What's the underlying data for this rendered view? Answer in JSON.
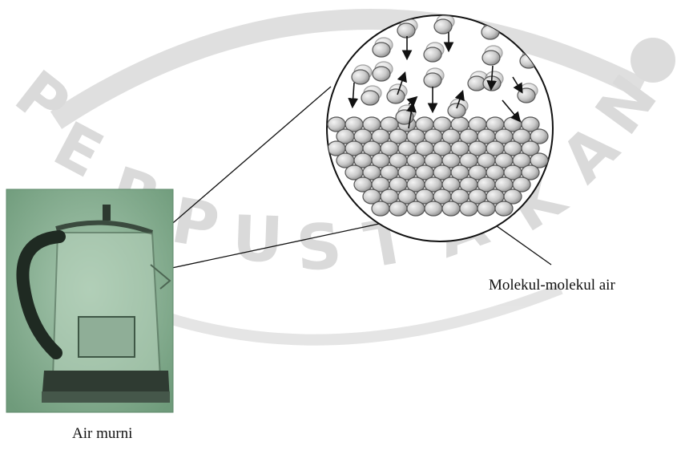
{
  "diagram": {
    "callouts": {
      "water_molecules": "Molekul-molekul air",
      "pure_water": "Air murni"
    },
    "watermark": {
      "text": "PERPUSTAKAAN",
      "color": "#d9d9d9"
    },
    "colors": {
      "molecule_fill": "#cfcfcf",
      "molecule_outline": "#555555",
      "line": "#111111",
      "photo_background": "#7fa98a"
    },
    "icons": {
      "kettle": "kettle-photo",
      "molecule": "molecule-sphere",
      "arrow": "movement-arrow"
    }
  }
}
